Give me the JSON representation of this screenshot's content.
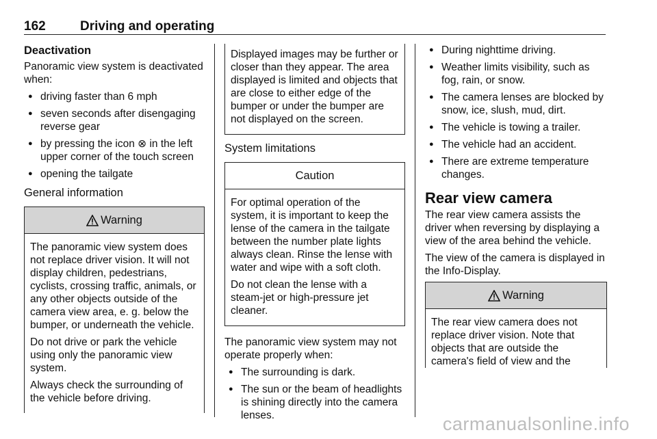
{
  "header": {
    "page_number": "162",
    "title": "Driving and operating"
  },
  "col1": {
    "heading": "Deactivation",
    "intro": "Panoramic view system is deactivated when:",
    "bullets": [
      "driving faster than 6 mph",
      "seven seconds after disengaging reverse gear",
      "by pressing the icon ⊗ in the left upper corner of the touch screen",
      "opening the tailgate"
    ],
    "subheading": "General information",
    "warning": {
      "title": "Warning",
      "paragraphs": [
        "The panoramic view system does not replace driver vision. It will not display children, pedestrians, cyclists, crossing traffic, animals, or any other objects outside of the camera view area, e. g. below the bumper, or underneath the vehicle.",
        "Do not drive or park the vehicle using only the panoramic view system.",
        "Always check the surrounding of the vehicle before driving."
      ]
    }
  },
  "col2": {
    "continued_box_text": "Displayed images may be further or closer than they appear. The area displayed is limited and objects that are close to either edge of the bumper or under the bumper are not displayed on the screen.",
    "subheading": "System limitations",
    "caution": {
      "title": "Caution",
      "paragraphs": [
        "For optimal operation of the system, it is important to keep the lense of the camera in the tailgate between the number plate lights always clean. Rinse the lense with water and wipe with a soft cloth.",
        "Do not clean the lense with a steam-jet or high-pressure jet cleaner."
      ]
    },
    "intro": "The panoramic view system may not operate properly when:",
    "bullets": [
      "The surrounding is dark.",
      "The sun or the beam of headlights is shining directly into the camera lenses."
    ]
  },
  "col3": {
    "bullets": [
      "During nighttime driving.",
      "Weather limits visibility, such as fog, rain, or snow.",
      "The camera lenses are blocked by snow, ice, slush, mud, dirt.",
      "The vehicle is towing a trailer.",
      "The vehicle had an accident.",
      "There are extreme temperature changes."
    ],
    "heading": "Rear view camera",
    "paragraphs": [
      "The rear view camera assists the driver when reversing by displaying a view of the area behind the vehicle.",
      "The view of the camera is displayed in the Info-Display."
    ],
    "warning": {
      "title": "Warning",
      "text": "The rear view camera does not replace driver vision. Note that objects that are outside the camera's field of view and the"
    }
  },
  "watermark": "carmanualsonline.info"
}
